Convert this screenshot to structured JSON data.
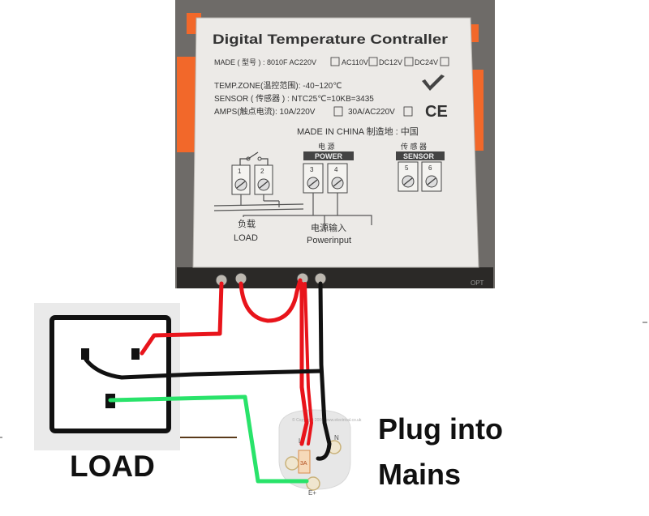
{
  "controller": {
    "title": "Digital Temperature Contraller",
    "made_line": "MADE ( 型号 ) : 8010F AC220V",
    "opt_ac110": "AC110V",
    "opt_dc12": "DC12V",
    "opt_dc24": "DC24V",
    "temp_zone": "TEMP.ZONE(温控范围): -40~120℃",
    "sensor_line": "SENSOR ( 传感器 ) : NTC25℃=10KB=3435",
    "amps_line": "AMPS(触点电流): 10A/220V",
    "amps_opt": "30A/AC220V",
    "ce_mark": "CE",
    "made_in": "MADE IN CHINA 制造地 : 中国",
    "power_cn": "电 源",
    "power_label": "POWER",
    "sensor_cn": "传 感 器",
    "sensor_label": "SENSOR",
    "terminals": [
      "1",
      "2",
      "3",
      "4",
      "5",
      "6"
    ],
    "load_cn": "负载",
    "load_label": "LOAD",
    "powerinput_cn": "电源输入",
    "powerinput_label": "Powerinput",
    "opt_text": "OPT"
  },
  "plug": {
    "pin_l": "L",
    "pin_n": "N",
    "pin_e": "E+",
    "fuse": "3A",
    "copyright": "© Copyright 2006 www.electrical.co.uk"
  },
  "labels": {
    "load": "LOAD",
    "plug_line1": "Plug into",
    "plug_line2": "Mains"
  },
  "colors": {
    "live_wire": "#e8141b",
    "neutral_wire": "#111111",
    "earth_wire": "#29e36a",
    "clip_orange": "#f2682a",
    "socket_plate": "#eaeaea"
  }
}
